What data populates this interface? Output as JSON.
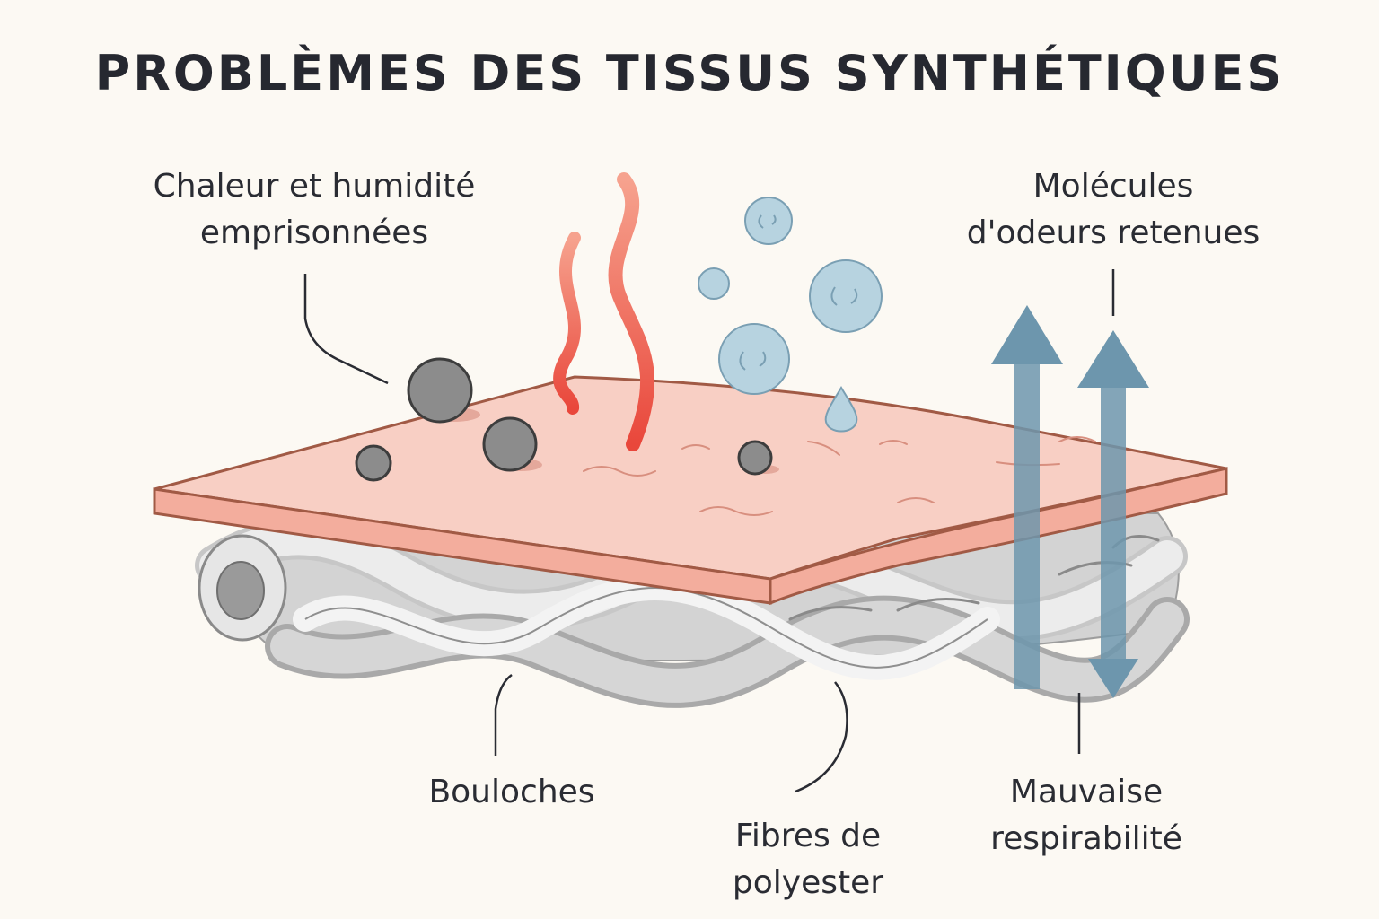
{
  "title": "PROBLÈMES DES TISSUS SYNTHÉTIQUES",
  "labels": {
    "heat": {
      "line1": "Chaleur et humidité",
      "line2": "emprisonnées"
    },
    "odor": {
      "line1": "Molécules",
      "line2": "d'odeurs retenues"
    },
    "pilling": {
      "line1": "Bouloches"
    },
    "fibers": {
      "line1": "Fibres de",
      "line2": "polyester"
    },
    "breath": {
      "line1": "Mauvaise",
      "line2": "respirabilité"
    }
  },
  "colors": {
    "background": "#fcf9f3",
    "fabric": "#f8cfc4",
    "fabric_edge": "#a15a45",
    "heat_wave": "#ee5a48",
    "moisture": "#b7d3e0",
    "arrow": "#6d96ad",
    "pill": "#8c8c8c",
    "fiber": "#d9d9d9"
  }
}
